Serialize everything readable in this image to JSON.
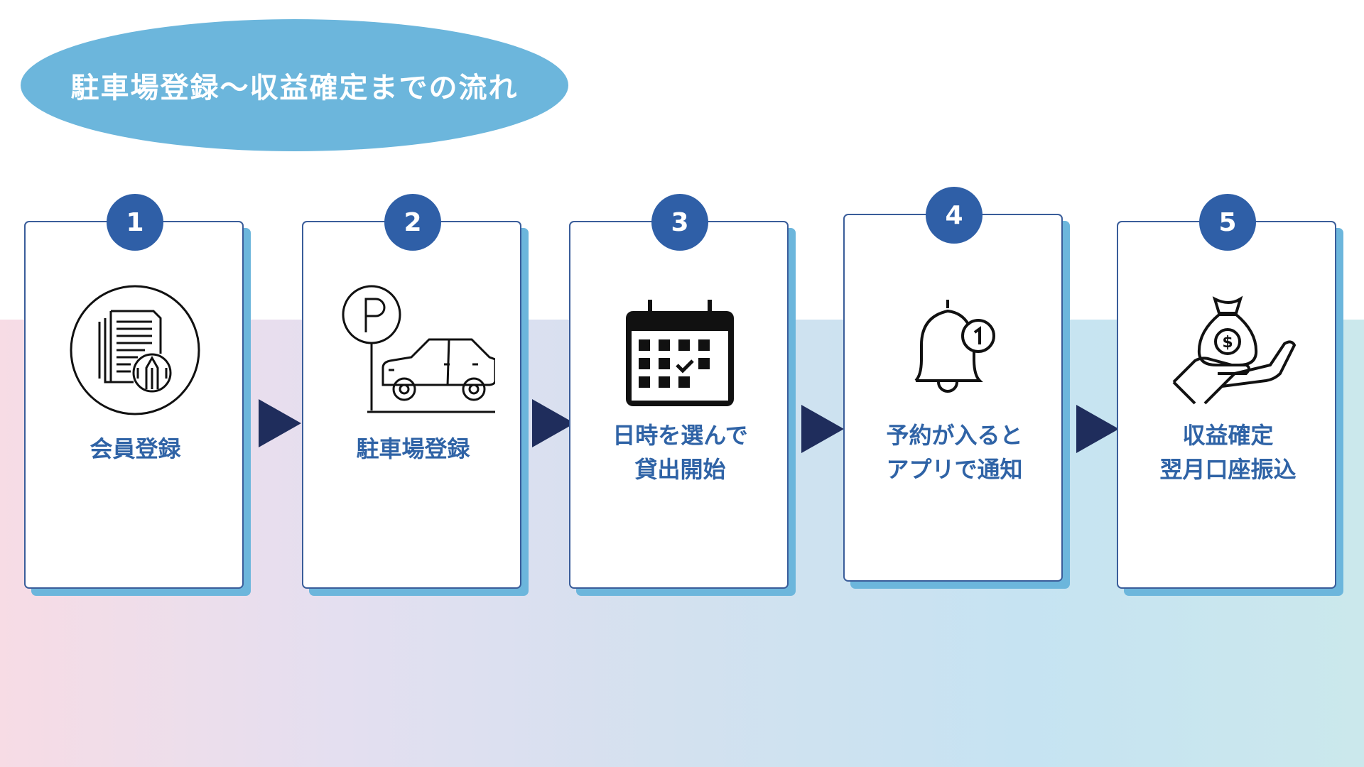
{
  "title": "駐車場登録〜収益確定までの流れ",
  "steps": [
    {
      "number": "1",
      "lines": [
        "会員登録"
      ],
      "icon": "document-pencil-icon"
    },
    {
      "number": "2",
      "lines": [
        "駐車場登録"
      ],
      "icon": "parking-car-icon"
    },
    {
      "number": "3",
      "lines": [
        "日時を選んで",
        "貸出開始"
      ],
      "icon": "calendar-icon"
    },
    {
      "number": "4",
      "lines": [
        "予約が入ると",
        "アプリで通知"
      ],
      "icon": "bell-notification-icon"
    },
    {
      "number": "5",
      "lines": [
        "収益確定",
        "翌月口座振込"
      ],
      "icon": "money-bag-hand-icon"
    }
  ],
  "colors": {
    "title_bg": "#6cb6dc",
    "badge": "#2f5fa7",
    "arrow": "#1f2d5c",
    "label": "#2f63a6"
  }
}
